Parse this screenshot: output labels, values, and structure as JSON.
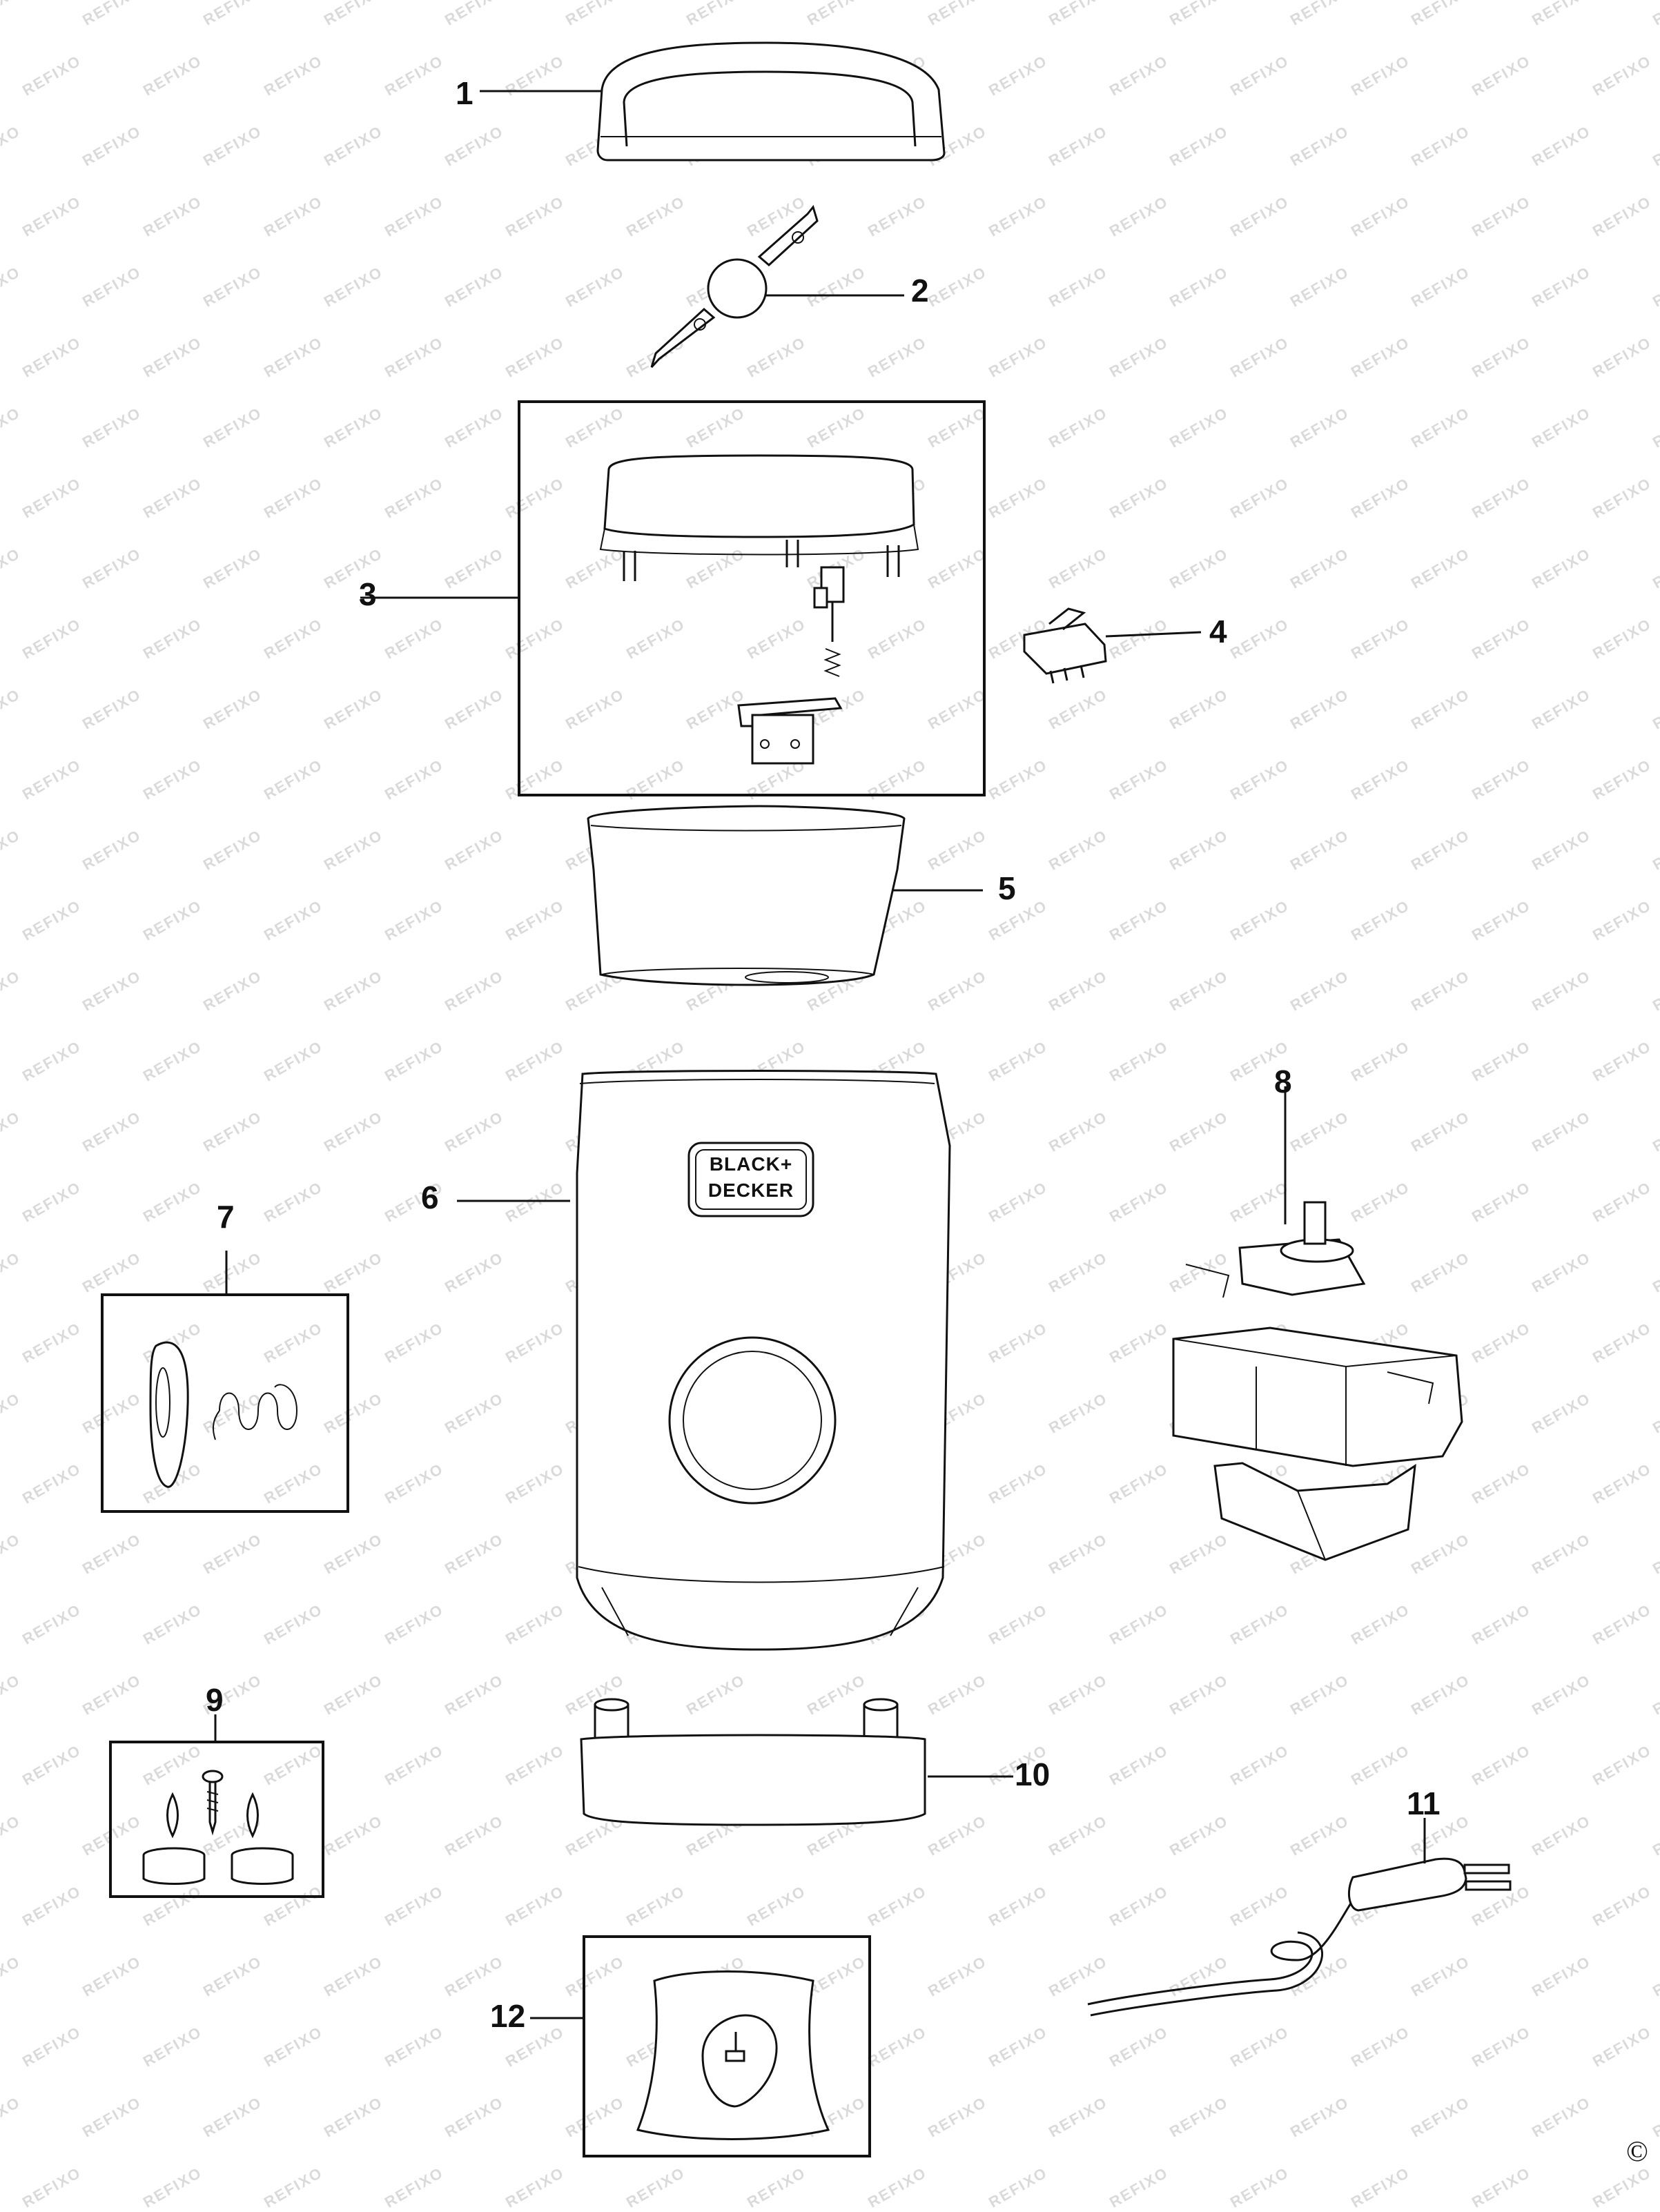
{
  "watermark_text": "REFIXO",
  "copyright_symbol": "©",
  "brand_logo": {
    "line1": "BLACK+",
    "line2": "DECKER"
  },
  "parts": [
    {
      "number": "1"
    },
    {
      "number": "2"
    },
    {
      "number": "3"
    },
    {
      "number": "4"
    },
    {
      "number": "5"
    },
    {
      "number": "6"
    },
    {
      "number": "7"
    },
    {
      "number": "8"
    },
    {
      "number": "9"
    },
    {
      "number": "10"
    },
    {
      "number": "11"
    },
    {
      "number": "12"
    }
  ]
}
